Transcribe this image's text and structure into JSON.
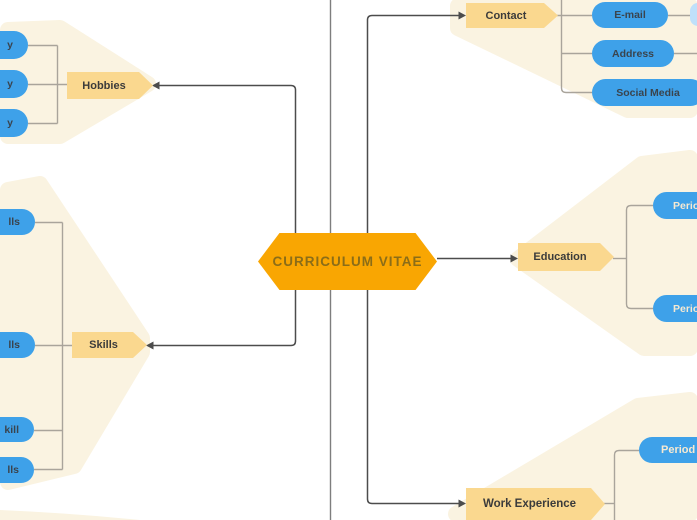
{
  "diagram": {
    "central_topic": "CURRICULUM VITAE",
    "branches": {
      "contact": {
        "label": "Contact",
        "children": [
          "E-mail",
          "Address",
          "Social Media"
        ]
      },
      "education": {
        "label": "Education",
        "children": [
          "Period",
          "Period"
        ]
      },
      "work_experience": {
        "label": "Work Experience",
        "children": [
          "Period"
        ]
      },
      "hobbies": {
        "label": "Hobbies",
        "children_visible": [
          "y",
          "y",
          "y"
        ]
      },
      "skills": {
        "label": "Skills",
        "children_visible": [
          "lls",
          "lls",
          "kill",
          "lls"
        ]
      }
    },
    "colors": {
      "central_fill": "#F9A602",
      "central_text": "#8B6D18",
      "topic_fill": "#FAD88F",
      "topic_text": "#3B3B3B",
      "subtopic_fill": "#3EA1E9",
      "subtopic_text_dark": "#3A444E",
      "subtopic_text_light": "#F6E9D2",
      "note_fill": "#BFE0FA",
      "background_blob": "#FAF3E1",
      "main_connector": "#4C4C4C",
      "child_connector": "#A9A49B",
      "divider": "#7E7E7E"
    }
  }
}
